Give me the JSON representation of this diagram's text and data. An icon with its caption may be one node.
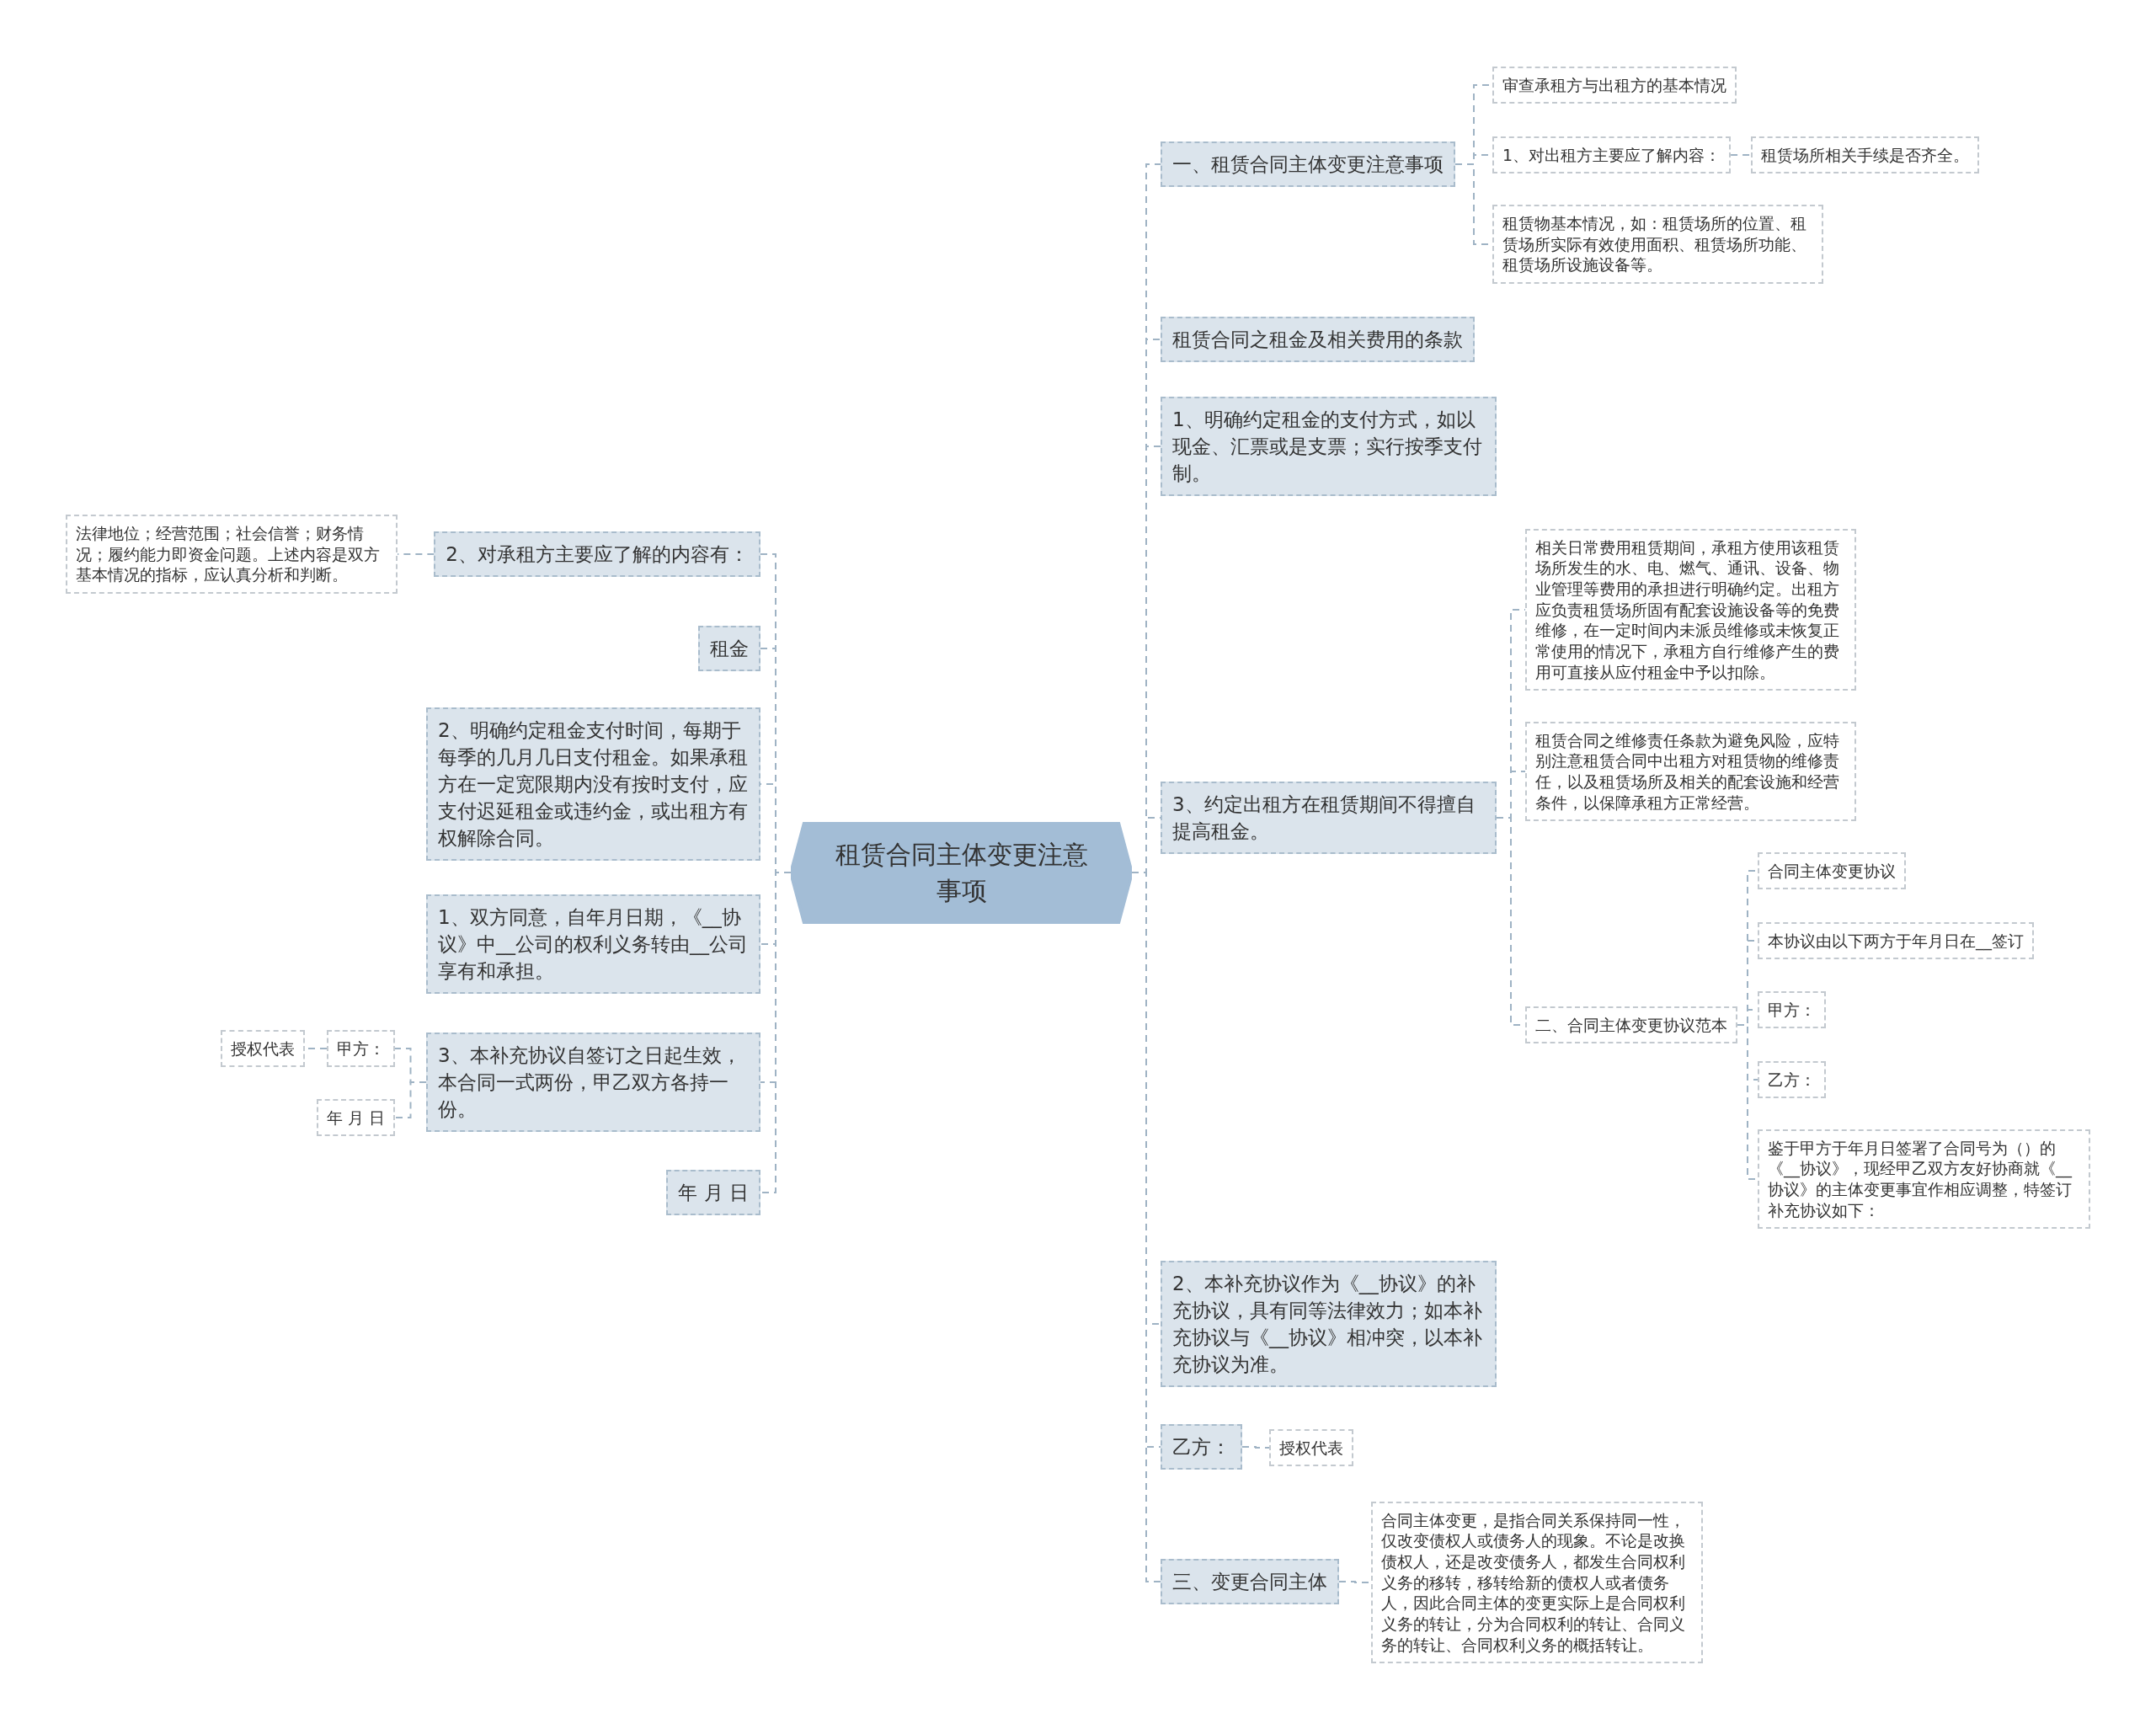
{
  "diagram": {
    "nodes": [
      {
        "text": [
          "租赁合同主体变更注意事项"
        ]
      },
      {
        "text": [
          "一、租赁合同主体变更注意事项"
        ]
      },
      {
        "text": [
          "审查承租方与出租方的基本情况"
        ]
      },
      {
        "text": [
          "1、对出租方主要应了解内容："
        ]
      },
      {
        "text": [
          "租赁场所相关手续是否齐全。"
        ]
      },
      {
        "text": [
          "租赁物基本情况，如：租赁场所的位置、租赁场所实际有效使用面积、租赁场所功能、租赁场所设施设备等。"
        ]
      },
      {
        "text": [
          "租赁合同之租金及相关费用的条款"
        ]
      },
      {
        "text": [
          "1、明确约定租金的支付方式，如以现金、汇票或是支票；实行按季支付制。"
        ]
      },
      {
        "text": [
          "3、约定出租方在租赁期间不得擅自提高租金。"
        ]
      },
      {
        "text": [
          "相关日常费用租赁期间，承租方使用该租赁场所发生的水、电、燃气、通讯、设备、物业管理等费用的承担进行明确约定。出租方应负责租赁场所固有配套设施设备等的免费维修，在一定时间内未派员维修或未恢复正常使用的情况下，承租方自行维修产生的费用可直接从应付租金中予以扣除。"
        ]
      },
      {
        "text": [
          "租赁合同之维修责任条款为避免风险，应特别注意租赁合同中出租方对租赁物的维修责任，以及租赁场所及相关的配套设施和经营条件，以保障承租方正常经营。"
        ]
      },
      {
        "text": [
          "二、合同主体变更协议范本"
        ]
      },
      {
        "text": [
          "合同主体变更协议"
        ]
      },
      {
        "text": [
          "本协议由以下两方于年月日在__签订"
        ]
      },
      {
        "text": [
          "甲方："
        ]
      },
      {
        "text": [
          "乙方："
        ]
      },
      {
        "text": [
          "鉴于甲方于年月日签署了合同号为（）的《__协议》，现经甲乙双方友好协商就《__协议》的主体变更事宜作相应调整，特签订补充协议如下："
        ]
      },
      {
        "text": [
          "2、本补充协议作为《__协议》的补充协议，具有同等法律效力；如本补充协议与《__协议》相冲突，以本补充协议为准。"
        ]
      },
      {
        "text": [
          "乙方："
        ]
      },
      {
        "text": [
          "授权代表"
        ]
      },
      {
        "text": [
          "三、变更合同主体"
        ]
      },
      {
        "text": [
          "合同主体变更，是指合同关系保持同一性，仅改变债权人或债务人的现象。不论是改换债权人，还是改变债务人，都发生合同权利义务的移转，移转给新的债权人或者债务人，因此合同主体的变更实际上是合同权利义务的转让，分为合同权利的转让、合同义务的转让、合同权利义务的概括转让。"
        ]
      },
      {
        "text": [
          "2、对承租方主要应了解的内容有："
        ]
      },
      {
        "text": [
          "法律地位；经营范围；社会信誉；财务情况；履约能力即资金问题。上述内容是双方基本情况的指标，应认真分析和判断。"
        ]
      },
      {
        "text": [
          "租金"
        ]
      },
      {
        "text": [
          "2、明确约定租金支付时间，每期于每季的几月几日支付租金。如果承租方在一定宽限期内没有按时支付，应支付迟延租金或违约金，或出租方有权解除合同。"
        ]
      },
      {
        "text": [
          "1、双方同意，自年月日期，《__协议》中__公司的权利义务转由__公司享有和承担。"
        ]
      },
      {
        "text": [
          "3、本补充协议自签订之日起生效，本合同一式两份，甲乙双方各持一份。"
        ]
      },
      {
        "text": [
          "甲方："
        ]
      },
      {
        "text": [
          "授权代表"
        ]
      },
      {
        "text": [
          "年 月 日"
        ]
      },
      {
        "text": [
          "年 月 日"
        ]
      }
    ],
    "edges": [
      {
        "from": 0,
        "to": 1,
        "arrow": "none"
      },
      {
        "from": 1,
        "to": 2,
        "arrow": "none"
      },
      {
        "from": 1,
        "to": 3,
        "arrow": "none"
      },
      {
        "from": 3,
        "to": 4,
        "arrow": "none"
      },
      {
        "from": 1,
        "to": 5,
        "arrow": "none"
      },
      {
        "from": 0,
        "to": 6,
        "arrow": "none"
      },
      {
        "from": 0,
        "to": 7,
        "arrow": "none"
      },
      {
        "from": 0,
        "to": 8,
        "arrow": "none"
      },
      {
        "from": 8,
        "to": 9,
        "arrow": "none"
      },
      {
        "from": 8,
        "to": 10,
        "arrow": "none"
      },
      {
        "from": 8,
        "to": 11,
        "arrow": "none"
      },
      {
        "from": 11,
        "to": 12,
        "arrow": "none"
      },
      {
        "from": 11,
        "to": 13,
        "arrow": "none"
      },
      {
        "from": 11,
        "to": 14,
        "arrow": "none"
      },
      {
        "from": 11,
        "to": 15,
        "arrow": "none"
      },
      {
        "from": 11,
        "to": 16,
        "arrow": "none"
      },
      {
        "from": 0,
        "to": 17,
        "arrow": "none"
      },
      {
        "from": 0,
        "to": 18,
        "arrow": "none"
      },
      {
        "from": 18,
        "to": 19,
        "arrow": "none"
      },
      {
        "from": 0,
        "to": 20,
        "arrow": "none"
      },
      {
        "from": 20,
        "to": 21,
        "arrow": "none"
      },
      {
        "from": 0,
        "to": 22,
        "arrow": "none"
      },
      {
        "from": 22,
        "to": 23,
        "arrow": "none"
      },
      {
        "from": 0,
        "to": 24,
        "arrow": "none"
      },
      {
        "from": 0,
        "to": 25,
        "arrow": "none"
      },
      {
        "from": 0,
        "to": 26,
        "arrow": "none"
      },
      {
        "from": 0,
        "to": 27,
        "arrow": "none"
      },
      {
        "from": 27,
        "to": 28,
        "arrow": "none"
      },
      {
        "from": 28,
        "to": 29,
        "arrow": "none"
      },
      {
        "from": 27,
        "to": 30,
        "arrow": "none"
      },
      {
        "from": 0,
        "to": 31,
        "arrow": "none"
      }
    ]
  }
}
